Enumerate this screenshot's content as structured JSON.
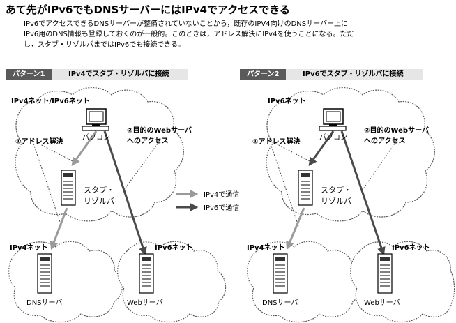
{
  "title": "あて先がIPv6でもDNSサーバーにはIPv4でアクセスできる",
  "description": [
    "IPv6でアクセスできるDNSサーバーが整備されていないことから，既存のIPV4向けのDNSサーバー上に",
    "IPv6用のDNS情報も登録しておくのが一般的。このときは，アドレス解決にIPv4を使うことになる。ただ",
    "し，スタブ・リゾルバまではIPv6でも接続できる。"
  ],
  "patterns": [
    {
      "tag": "パターン1",
      "caption": "IPv4でスタブ・リゾルバに接続",
      "net_top": "IPv4ネット/IPv6ネット",
      "pc": "パソコン",
      "step1": "①アドレス解決",
      "step2_line1": "②目的のWebサーバ",
      "step2_line2": "へのアクセス",
      "stub_line1": "スタブ・",
      "stub_line2": "リゾルバ",
      "net_left": "IPv4ネット",
      "net_right": "IPv6ネット",
      "dns": "DNSサーバ",
      "web": "Webサーバ",
      "stub_link": "ipv4"
    },
    {
      "tag": "パターン2",
      "caption": "IPv6でスタブ・リゾルバに接続",
      "net_top": "IPv6ネット",
      "pc": "パソコン",
      "step1": "①アドレス解決",
      "step2_line1": "②目的のWebサーバ",
      "step2_line2": "へのアクセス",
      "stub_line1": "スタブ・",
      "stub_line2": "リゾルバ",
      "net_left": "IPv4ネット",
      "net_right": "IPv6ネット",
      "dns": "DNSサーバ",
      "web": "Webサーバ",
      "stub_link": "ipv6"
    }
  ],
  "legend": [
    {
      "label": "IPv4で通信",
      "color": "#9a9a9a"
    },
    {
      "label": "IPv6で通信",
      "color": "#4a4a4a"
    }
  ],
  "colors": {
    "ipv4_arrow": "#9a9a9a",
    "ipv6_arrow": "#4a4a4a",
    "tag_bg": "#5a5a5a",
    "caption_bg": "#e6e6e6"
  }
}
